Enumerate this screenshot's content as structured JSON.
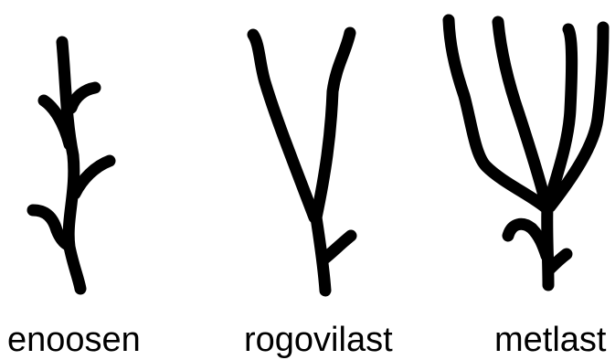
{
  "figures": [
    {
      "icon": "single-stem-side-branches-icon",
      "label": "enoosen"
    },
    {
      "icon": "two-forked-branch-icon",
      "label": "rogovilast"
    },
    {
      "icon": "broom-shaped-branch-icon",
      "label": "metlast"
    }
  ],
  "colors": {
    "stroke": "#000000",
    "background": "#ffffff"
  }
}
